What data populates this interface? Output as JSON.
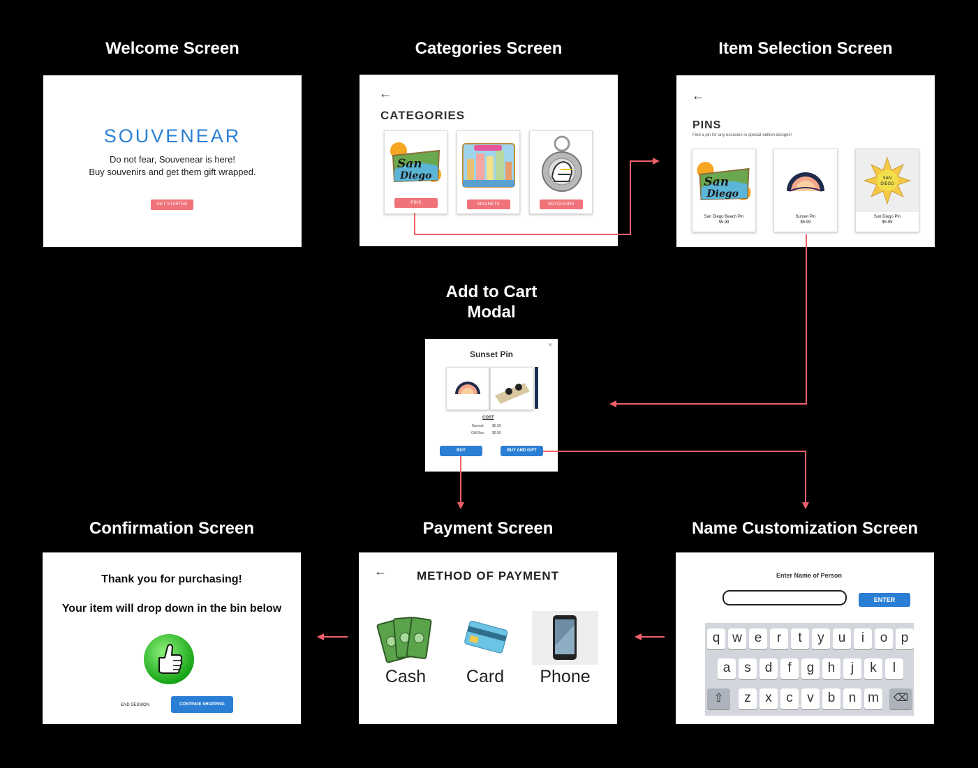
{
  "titles": {
    "welcome": "Welcome Screen",
    "categories": "Categories Screen",
    "item_selection": "Item Selection Screen",
    "modal_line1": "Add to Cart",
    "modal_line2": "Modal",
    "confirmation": "Confirmation Screen",
    "payment": "Payment Screen",
    "name": "Name Customization Screen"
  },
  "welcome": {
    "brand": "SOUVENEAR",
    "line1": "Do not fear, Souvenear is here!",
    "line2": "Buy souvenirs and get them gift wrapped.",
    "button": "GET STARTED"
  },
  "categories": {
    "back": "←",
    "heading": "CATEGORIES",
    "items": [
      {
        "label": "PINS"
      },
      {
        "label": "MAGNETS"
      },
      {
        "label": "KEYCHAINS"
      }
    ]
  },
  "items": {
    "back": "←",
    "heading": "PINS",
    "subtitle": "Find a pin for any occasion in special-edition designs!",
    "products": [
      {
        "name": "San Diego Beach Pin",
        "price": "$5.99"
      },
      {
        "name": "Sunset Pin",
        "price": "$5.99"
      },
      {
        "name": "Sun Diego Pin",
        "price": "$5.99"
      }
    ]
  },
  "modal": {
    "close": "×",
    "title": "Sunset Pin",
    "cost_label": "COST",
    "normal_label": "Normal:",
    "normal_price": "$5.99",
    "gift_label": "Gift Box:",
    "gift_price": "$6.99",
    "buy": "BUY",
    "buy_gift": "BUY AND GIFT"
  },
  "name_screen": {
    "label": "Enter Name of Person",
    "input_value": "",
    "enter": "ENTER",
    "row1": [
      "q",
      "w",
      "e",
      "r",
      "t",
      "y",
      "u",
      "i",
      "o",
      "p"
    ],
    "row2": [
      "a",
      "s",
      "d",
      "f",
      "g",
      "h",
      "j",
      "k",
      "l"
    ],
    "row3": [
      "z",
      "x",
      "c",
      "v",
      "b",
      "n",
      "m"
    ]
  },
  "payment": {
    "back": "←",
    "heading": "METHOD OF PAYMENT",
    "options": [
      {
        "label": "Cash"
      },
      {
        "label": "Card"
      },
      {
        "label": "Phone"
      }
    ]
  },
  "confirmation": {
    "line1": "Thank you for purchasing!",
    "line2": "Your item will drop down in the bin below",
    "end": "END SESSION",
    "continue": "CONTINUE SHOPPING"
  },
  "colors": {
    "arrow": "#f0606a",
    "accent_pink": "#f0737a",
    "accent_blue": "#2a7fd4",
    "brand_blue": "#2a7fd4"
  }
}
